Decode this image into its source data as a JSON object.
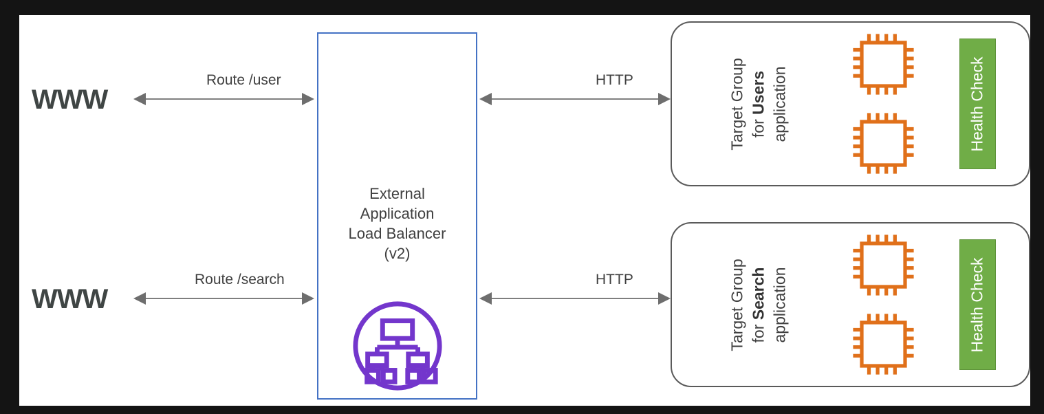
{
  "diagram": {
    "title": "AWS External Application Load Balancer routing diagram",
    "background_color": "#141414",
    "canvas_color": "#ffffff"
  },
  "clients": [
    {
      "id": "client-top",
      "label": "WWW",
      "color": "#3F4544"
    },
    {
      "id": "client-bottom",
      "label": "WWW",
      "color": "#3F4544"
    }
  ],
  "load_balancer": {
    "title_lines": [
      "External",
      "Application",
      "Load Balancer",
      "(v2)"
    ],
    "border_color": "#4472C4",
    "icon_name": "load-balancer-icon",
    "icon_color": "#7336CC"
  },
  "edges": {
    "client_to_lb": [
      {
        "label": "Route /user",
        "direction": "bidirectional"
      },
      {
        "label": "Route /search",
        "direction": "bidirectional"
      }
    ],
    "lb_to_target": [
      {
        "label": "HTTP",
        "direction": "bidirectional"
      },
      {
        "label": "HTTP",
        "direction": "bidirectional"
      }
    ],
    "line_color": "#7F7F7F"
  },
  "target_groups": [
    {
      "id": "target-group-users",
      "label_line1": "Target Group",
      "label_line2_prefix": "for ",
      "label_line2_bold": "Users",
      "label_line3": "application",
      "instances": 2,
      "instance_icon": "cpu-chip-icon",
      "instance_color": "#E0701A",
      "health_check": {
        "label": "Health Check",
        "color": "#70AD47",
        "text_color": "#ffffff"
      }
    },
    {
      "id": "target-group-search",
      "label_line1": "Target Group",
      "label_line2_prefix": "for ",
      "label_line2_bold": "Search",
      "label_line3": "application",
      "instances": 2,
      "instance_icon": "cpu-chip-icon",
      "instance_color": "#E0701A",
      "health_check": {
        "label": "Health Check",
        "color": "#70AD47",
        "text_color": "#ffffff"
      }
    }
  ]
}
